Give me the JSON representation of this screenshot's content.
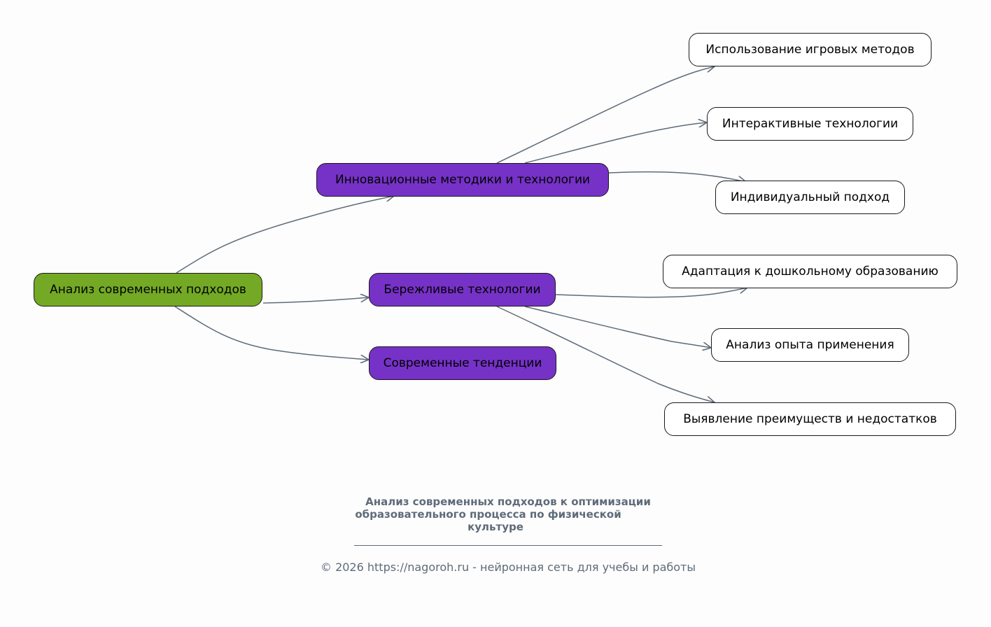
{
  "diagram": {
    "root": {
      "id": "root",
      "label": "Анализ современных подходов",
      "color": "#73a924"
    },
    "branches": [
      {
        "id": "b1",
        "label": "Инновационные методики и технологии",
        "color": "#7632c7",
        "children": [
          {
            "id": "l1",
            "label": "Использование игровых методов"
          },
          {
            "id": "l2",
            "label": "Интерактивные технологии"
          },
          {
            "id": "l3",
            "label": "Индивидуальный подход"
          }
        ]
      },
      {
        "id": "b2",
        "label": "Бережливые технологии",
        "color": "#7632c7",
        "children": [
          {
            "id": "l4",
            "label": "Адаптация к дошкольному образованию"
          },
          {
            "id": "l5",
            "label": "Анализ опыта применения"
          },
          {
            "id": "l6",
            "label": "Выявление преимуществ и недостатков"
          }
        ]
      },
      {
        "id": "b3",
        "label": "Современные тенденции",
        "color": "#7632c7",
        "children": []
      }
    ],
    "edge_color": "#5f6b79"
  },
  "caption": {
    "lines": [
      "Анализ современных подходов к оптимизации",
      "образовательного процесса по физической    ",
      "культуре"
    ]
  },
  "footer": {
    "text": "© 2026 https://nagoroh.ru - нейронная сеть для учебы и работы"
  }
}
